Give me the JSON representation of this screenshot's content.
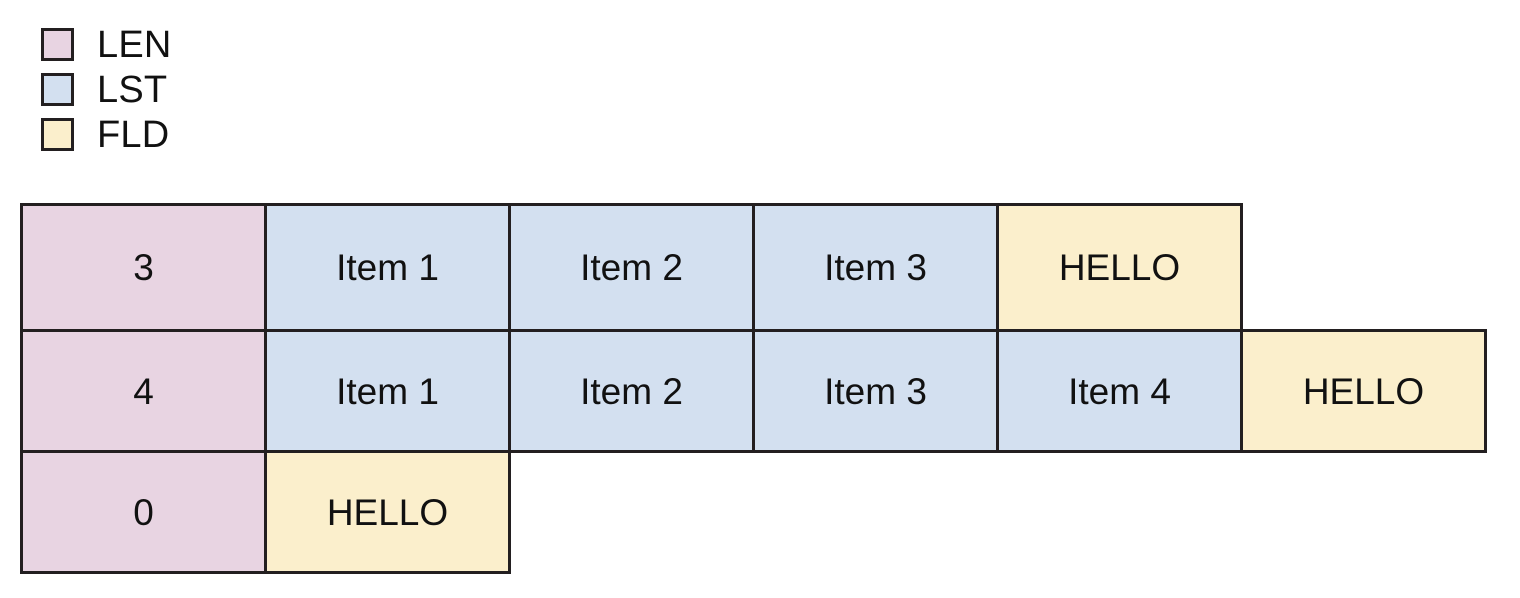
{
  "legend": {
    "items": [
      {
        "key": "LEN",
        "label": "LEN",
        "color": "#e8d4e2"
      },
      {
        "key": "LST",
        "label": "LST",
        "color": "#d3e0f0"
      },
      {
        "key": "FLD",
        "label": "FLD",
        "color": "#fbefcc"
      }
    ]
  },
  "grid": {
    "rows": [
      {
        "cells": [
          {
            "kind": "LEN",
            "text": "3"
          },
          {
            "kind": "LST",
            "text": "Item 1"
          },
          {
            "kind": "LST",
            "text": "Item 2"
          },
          {
            "kind": "LST",
            "text": "Item 3"
          },
          {
            "kind": "FLD",
            "text": "HELLO"
          }
        ]
      },
      {
        "cells": [
          {
            "kind": "LEN",
            "text": "4"
          },
          {
            "kind": "LST",
            "text": "Item 1"
          },
          {
            "kind": "LST",
            "text": "Item 2"
          },
          {
            "kind": "LST",
            "text": "Item 3"
          },
          {
            "kind": "LST",
            "text": "Item 4"
          },
          {
            "kind": "FLD",
            "text": "HELLO"
          }
        ]
      },
      {
        "cells": [
          {
            "kind": "LEN",
            "text": "0"
          },
          {
            "kind": "FLD",
            "text": "HELLO"
          }
        ]
      }
    ]
  },
  "colors": {
    "border": "#231f20",
    "text": "#111111",
    "background": "#ffffff"
  }
}
